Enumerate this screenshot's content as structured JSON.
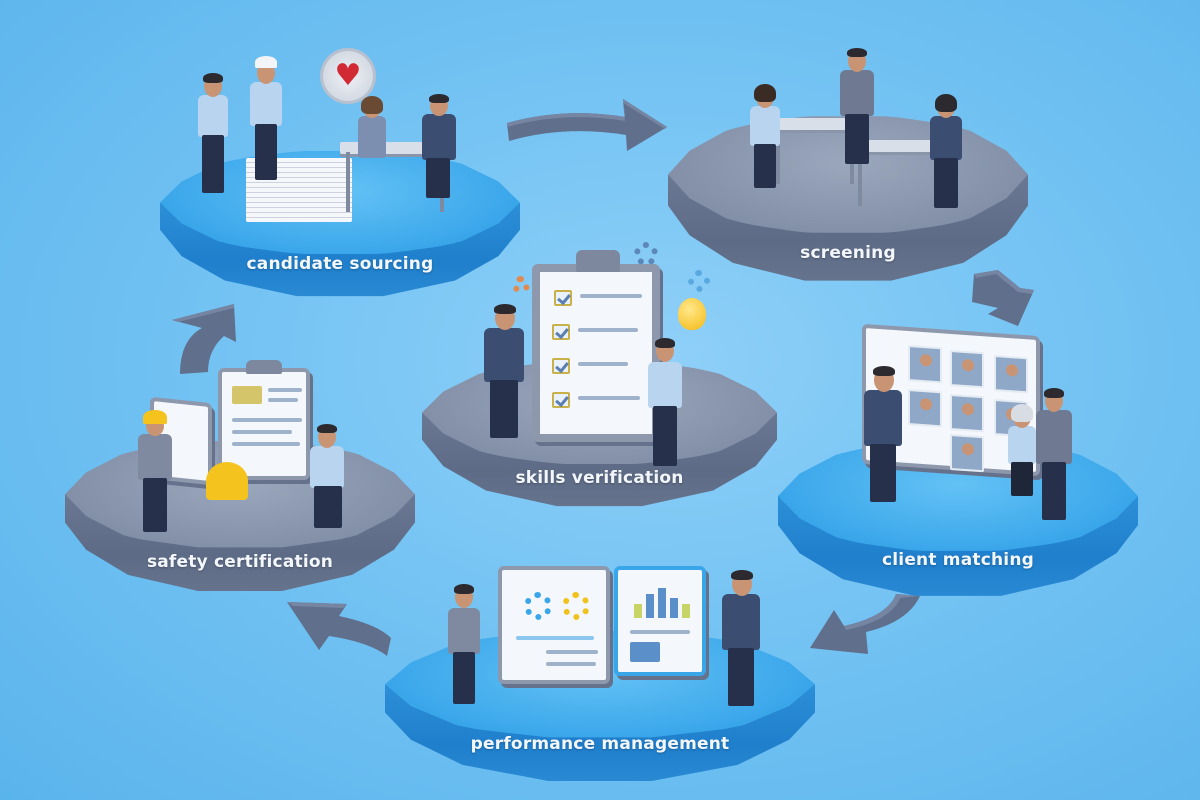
{
  "diagram": {
    "type": "process-cycle",
    "background_color": "#74c3f3",
    "platform_colors": {
      "blue": "#3aa6ea",
      "gray": "#8390a8"
    },
    "arrow_color": "#5f6f8c",
    "stages": [
      {
        "id": "candidate-sourcing",
        "label": "candidate sourcing",
        "platform": "blue",
        "scene": "recruiters with resume stack, heart badge, desk interview"
      },
      {
        "id": "screening",
        "label": "screening",
        "platform": "gray",
        "scene": "interviews at two desks"
      },
      {
        "id": "client-matching",
        "label": "client matching",
        "platform": "blue",
        "scene": "board of candidate photos"
      },
      {
        "id": "performance-management",
        "label": "performance management",
        "platform": "blue",
        "scene": "report boards with charts"
      },
      {
        "id": "safety-certification",
        "label": "safety certification",
        "platform": "gray",
        "scene": "workers with hard hats and documents"
      },
      {
        "id": "skills-verification",
        "label": "skills verification",
        "platform": "gray",
        "scene": "large checklist clipboard with lightbulb",
        "position": "center"
      }
    ],
    "arrows": [
      {
        "from": "candidate-sourcing",
        "to": "screening",
        "direction": "right"
      },
      {
        "from": "screening",
        "to": "client-matching",
        "direction": "down-right"
      },
      {
        "from": "client-matching",
        "to": "performance-management",
        "direction": "down-left"
      },
      {
        "from": "performance-management",
        "to": "safety-certification",
        "direction": "up-left"
      },
      {
        "from": "safety-certification",
        "to": "candidate-sourcing",
        "direction": "up"
      }
    ]
  }
}
